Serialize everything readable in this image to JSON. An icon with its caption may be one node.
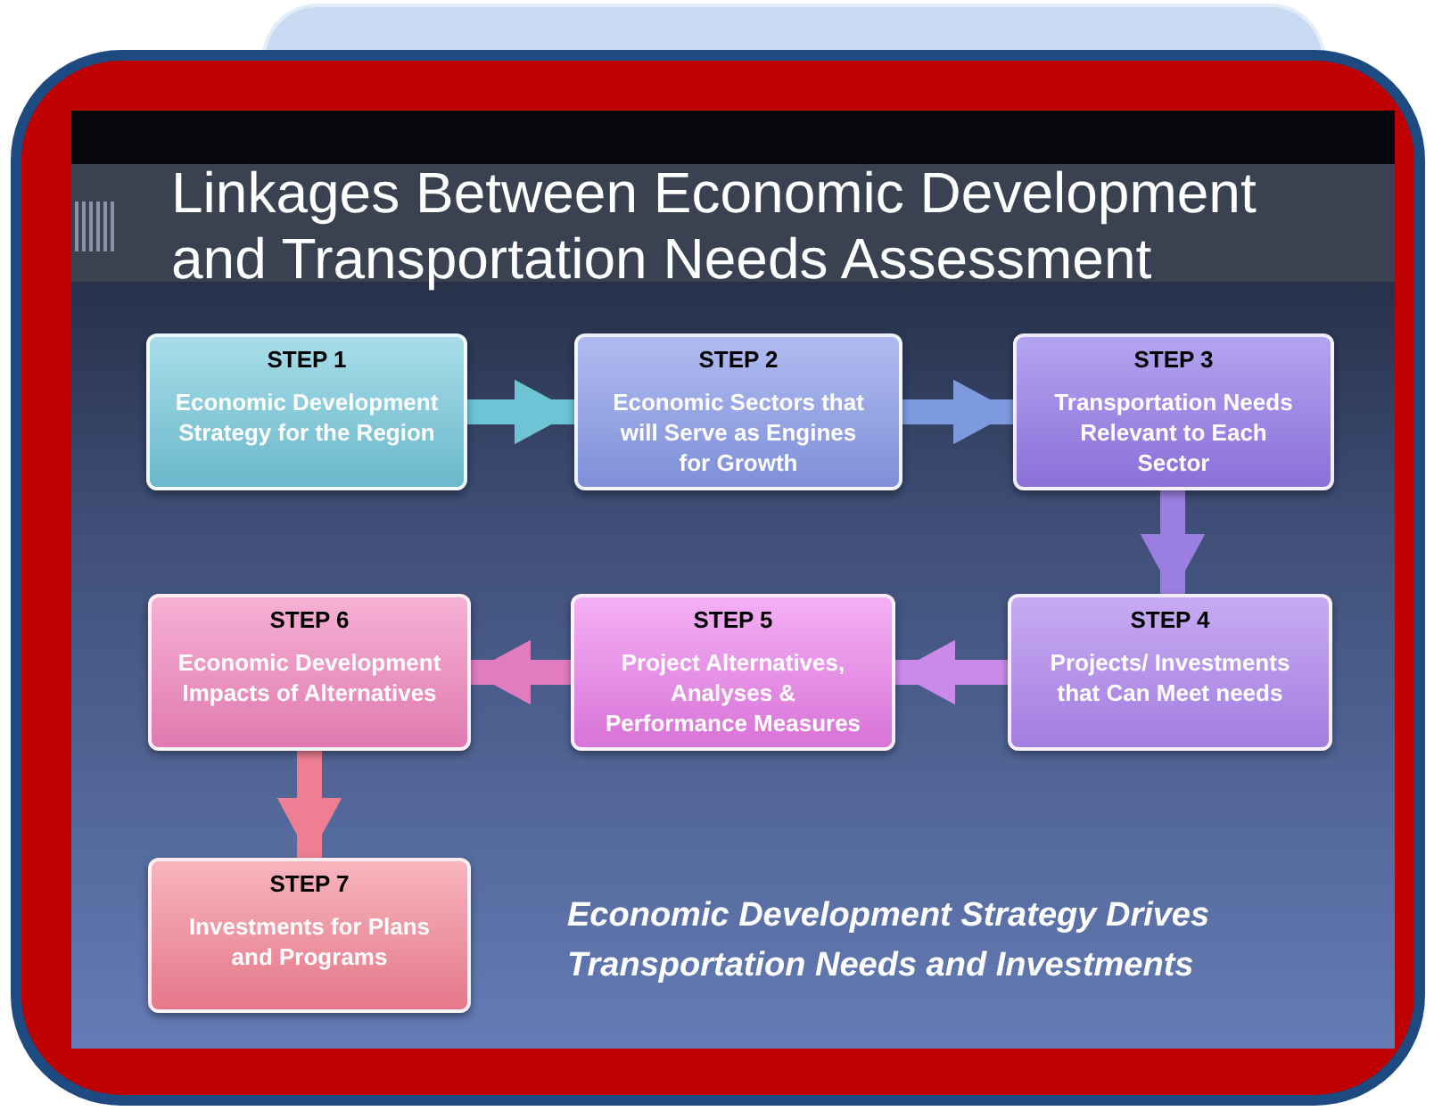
{
  "diagram": {
    "title": "Linkages Between Economic Development and Transportation Needs Assessment",
    "nodes": [
      {
        "text": [
          "STEP 1",
          "Economic Development Strategy for the Region"
        ]
      },
      {
        "text": [
          "STEP 2",
          "Economic Sectors that will Serve as Engines for Growth"
        ]
      },
      {
        "text": [
          "STEP 3",
          "Transportation Needs Relevant to Each Sector"
        ]
      },
      {
        "text": [
          "STEP 4",
          "Projects/ Investments that Can Meet needs"
        ]
      },
      {
        "text": [
          "STEP 5",
          "Project Alternatives, Analyses & Performance Measures"
        ]
      },
      {
        "text": [
          "STEP 6",
          "Economic Development Impacts of Alternatives"
        ]
      },
      {
        "text": [
          "STEP 7",
          "Investments for Plans and Programs"
        ]
      }
    ],
    "edges": [
      {
        "from": 0,
        "to": 1,
        "arrow": "to",
        "color": "#6cc4d4"
      },
      {
        "from": 1,
        "to": 2,
        "arrow": "to",
        "color": "#7d9ae0"
      },
      {
        "from": 2,
        "to": 3,
        "arrow": "to",
        "color": "#9b7fe0"
      },
      {
        "from": 3,
        "to": 4,
        "arrow": "to",
        "color": "#c98ae8"
      },
      {
        "from": 4,
        "to": 5,
        "arrow": "to",
        "color": "#e27cc0"
      },
      {
        "from": 5,
        "to": 6,
        "arrow": "to",
        "color": "#ee7f92"
      }
    ],
    "labels": [
      "Economic Development Strategy Drives Transportation Needs and Investments"
    ]
  }
}
